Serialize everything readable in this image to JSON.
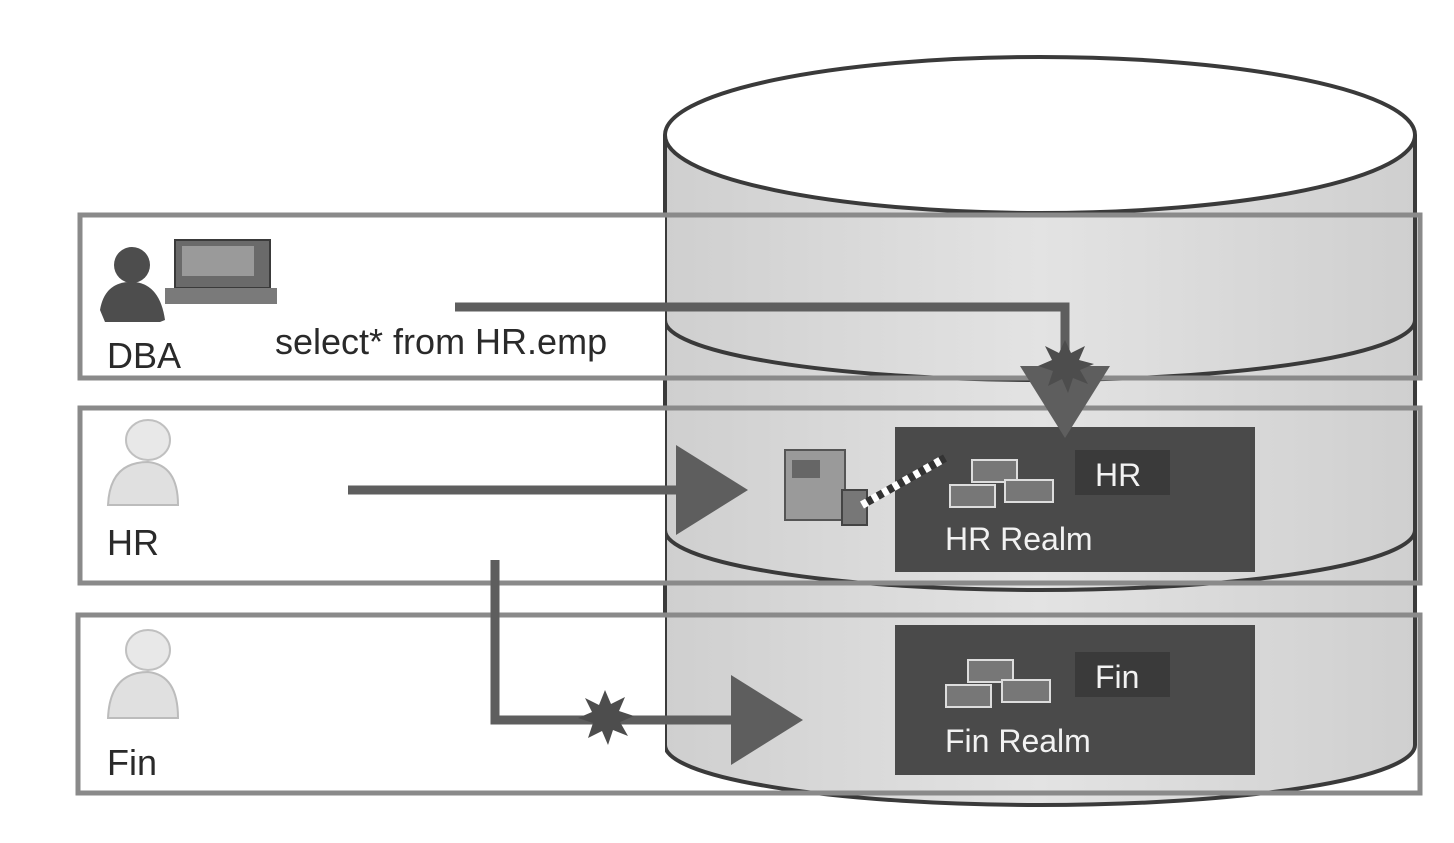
{
  "diagram": {
    "title": "Database Vault realms access control",
    "colors": {
      "background": "#ffffff",
      "cylinder_fill": "#d9d9d9",
      "cylinder_stroke": "#3a3a3a",
      "band_stroke": "#8a8a8a",
      "arrow": "#5e5e5e",
      "realm_fill": "#4a4a4a",
      "realm_text": "#f2f2f2",
      "blocked": "#4d4d4d"
    },
    "actors": [
      {
        "id": "dba",
        "label": "DBA",
        "icon": "dba-workstation-icon"
      },
      {
        "id": "hr",
        "label": "HR",
        "icon": "user-icon"
      },
      {
        "id": "fin",
        "label": "Fin",
        "icon": "user-icon"
      }
    ],
    "query_text": "select* from HR.emp",
    "realms": [
      {
        "id": "hr-realm",
        "schema_label": "HR",
        "realm_label": "HR Realm",
        "icon": "tables-icon"
      },
      {
        "id": "fin-realm",
        "schema_label": "Fin",
        "realm_label": "Fin Realm",
        "icon": "tables-icon"
      }
    ],
    "flows": [
      {
        "from": "DBA",
        "to": "HR Realm",
        "status": "blocked"
      },
      {
        "from": "HR",
        "to": "HR Realm",
        "status": "allowed",
        "via": "gatekeeper-icon"
      },
      {
        "from": "HR",
        "to": "Fin Realm",
        "status": "blocked"
      }
    ]
  }
}
